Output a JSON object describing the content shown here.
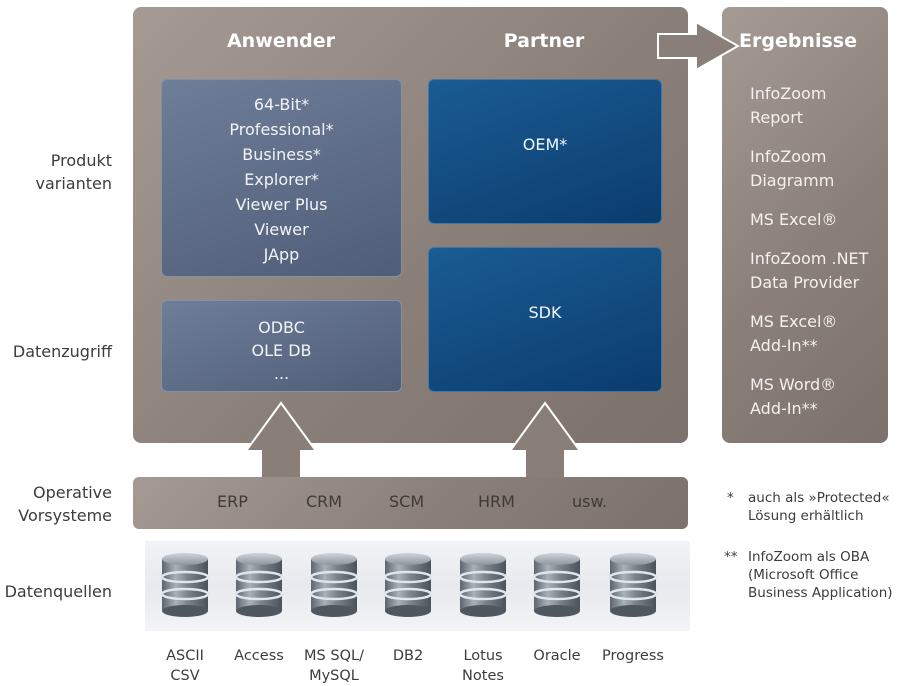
{
  "row_labels": {
    "produktvarianten": "Produkt\nvarianten",
    "datenzugriff": "Datenzugriff",
    "operative_vorsysteme": "Operative\nVorsysteme",
    "datenquellen": "Datenquellen"
  },
  "columns": {
    "anwender": "Anwender",
    "partner": "Partner"
  },
  "anwender_products": [
    "64-Bit*",
    "Professional*",
    "Business*",
    "Explorer*",
    "Viewer Plus",
    "Viewer",
    "JApp"
  ],
  "anwender_access": [
    "ODBC",
    "OLE DB",
    "..."
  ],
  "partner_oem": "OEM*",
  "partner_sdk": "SDK",
  "ergebnisse": {
    "title": "Ergebnisse",
    "items": [
      [
        "InfoZoom",
        "Report"
      ],
      [
        "InfoZoom",
        "Diagramm"
      ],
      [
        "MS Excel®"
      ],
      [
        "InfoZoom .NET",
        "Data Provider"
      ],
      [
        "MS Excel®",
        "Add-In**"
      ],
      [
        "MS Word®",
        "Add-In**"
      ]
    ]
  },
  "vorsysteme": [
    "ERP",
    "CRM",
    "SCM",
    "HRM",
    "usw."
  ],
  "datenquellen": [
    [
      "ASCII",
      "CSV"
    ],
    [
      "Access"
    ],
    [
      "MS SQL/",
      "MySQL"
    ],
    [
      "DB2"
    ],
    [
      "Lotus",
      "Notes"
    ],
    [
      "Oracle"
    ],
    [
      "Progress"
    ]
  ],
  "notes": [
    {
      "mark": "*",
      "text": "auch als »Protected«\nLösung erhältlich"
    },
    {
      "mark": "**",
      "text": "InfoZoom als OBA\n(Microsoft Office\nBusiness Application)"
    }
  ],
  "colors": {
    "panel": "#8b7f79",
    "anwender_box": "#5e6c88",
    "partner_box": "#0f4780",
    "text_on_dark": "#ffffff"
  }
}
